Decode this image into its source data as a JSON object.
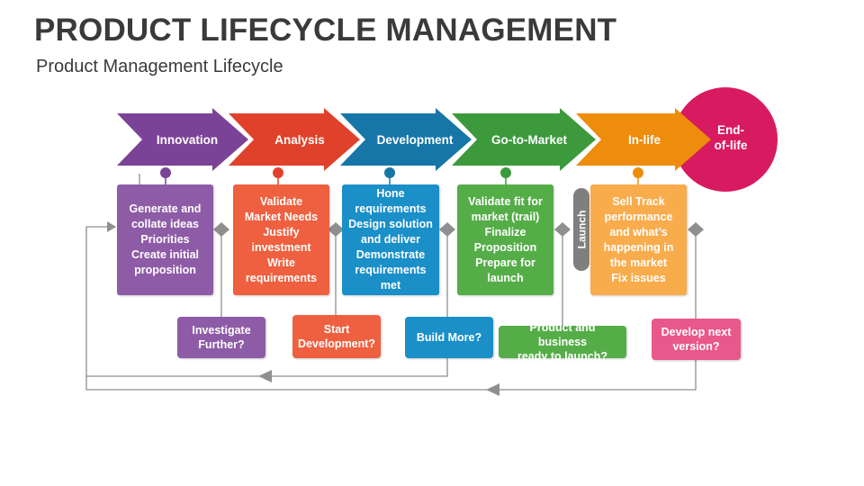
{
  "header": {
    "title": "PRODUCT LIFECYCLE MANAGEMENT",
    "subtitle": "Product Management Lifecycle"
  },
  "colors": {
    "innovation": "#7b4397",
    "analysis": "#e0412a",
    "development": "#1676a8",
    "gotomarket": "#3c9a3c",
    "inlife": "#ee8c0b",
    "endoflife": "#d81b60",
    "innovation_box": "#8e5ba6",
    "analysis_box": "#ee6040",
    "development_box": "#1a8fc8",
    "gotomarket_box": "#55ad48",
    "inlife_box": "#f8ac4c",
    "q_innovation": "#8e5ba6",
    "q_analysis": "#ee6040",
    "q_development": "#1a8fc8",
    "q_gotomarket": "#55ad48",
    "q_inlife": "#e9588a",
    "connector": "#8f8f8f"
  },
  "stages": [
    {
      "label": "Innovation"
    },
    {
      "label": "Analysis"
    },
    {
      "label": "Development"
    },
    {
      "label": "Go-to-Market"
    },
    {
      "label": "In-life"
    }
  ],
  "end_of_life": {
    "line1": "End-",
    "line2": "of-life"
  },
  "details": [
    {
      "lines": [
        "Generate and",
        "collate ideas",
        "Priorities",
        "Create initial",
        "proposition"
      ]
    },
    {
      "lines": [
        "Validate",
        "Market Needs",
        "Justify",
        "investment",
        "Write",
        "requirements"
      ]
    },
    {
      "lines": [
        "Hone",
        "requirements",
        "Design solution",
        "and deliver",
        "Demonstrate",
        "requirements met"
      ]
    },
    {
      "lines": [
        "Validate fit for",
        "market (trail)",
        "Finalize",
        "Proposition",
        "Prepare for",
        "launch"
      ]
    },
    {
      "lines": [
        "Sell Track",
        "performance",
        "and what’s",
        "happening in",
        "the market",
        "Fix issues"
      ]
    }
  ],
  "launch_label": "Launch",
  "decisions": [
    {
      "lines": [
        "Investigate",
        "Further?"
      ]
    },
    {
      "lines": [
        "Start",
        "Development?"
      ]
    },
    {
      "lines": [
        "Build More?"
      ]
    },
    {
      "lines": [
        "Product and business",
        "ready to launch?"
      ]
    },
    {
      "lines": [
        "Develop next",
        "version?"
      ]
    }
  ]
}
